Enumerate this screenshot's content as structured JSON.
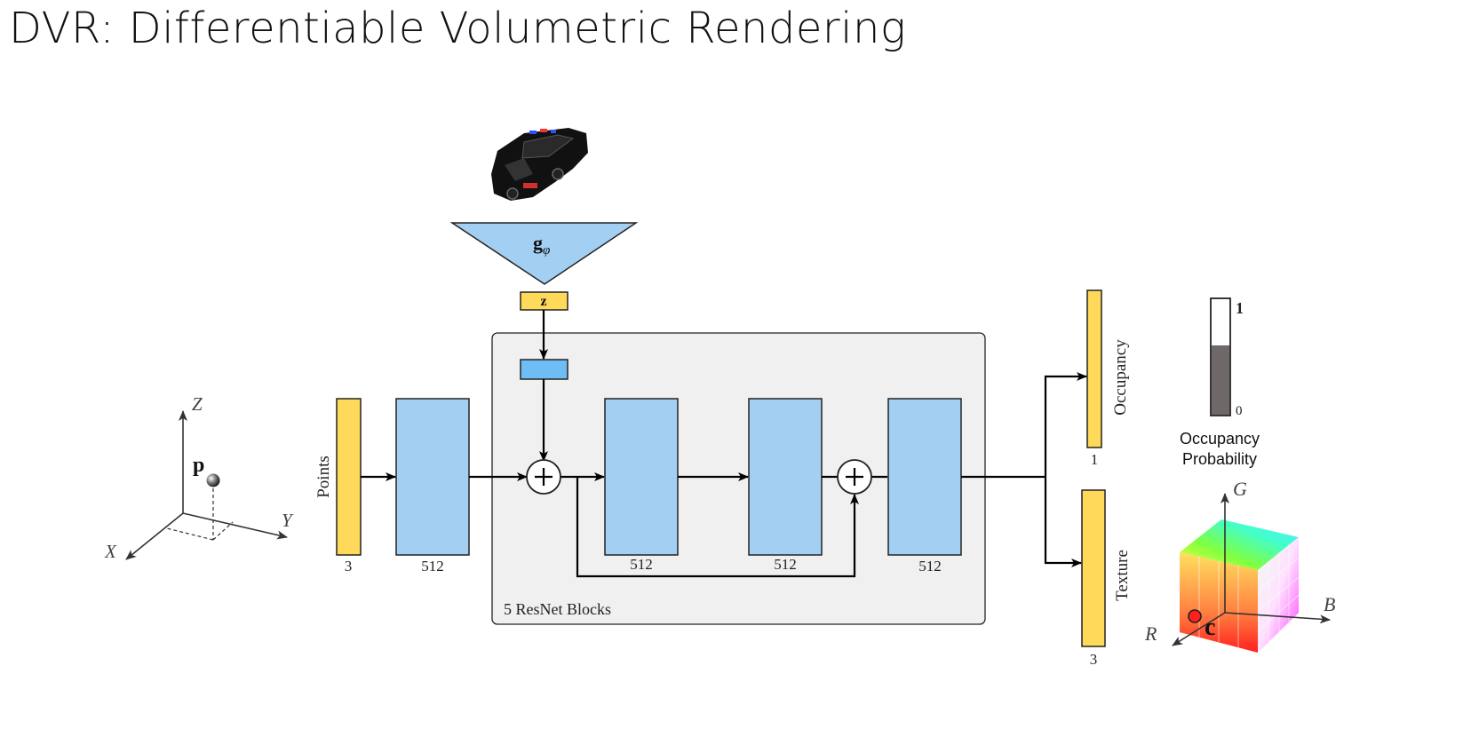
{
  "title": "DVR: Differentiable Volumetric Rendering",
  "encoder": {
    "symbol": "g",
    "subscript": "φ",
    "latent": "z"
  },
  "axes": {
    "z": "Z",
    "y": "Y",
    "x": "X",
    "point": "p"
  },
  "layers": {
    "points_label": "Points",
    "points_size": "3",
    "fc1_size": "512",
    "res1_size": "512",
    "res2_size": "512",
    "res3_size": "512",
    "resnet_label": "5 ResNet Blocks"
  },
  "outputs": {
    "occupancy_label": "Occupancy",
    "occupancy_size": "1",
    "texture_label": "Texture",
    "texture_size": "3"
  },
  "occupancy_scale": {
    "top": "1",
    "bottom": "0",
    "caption_line1": "Occupancy",
    "caption_line2": "Probability",
    "level": 0.6
  },
  "color_cube": {
    "g": "G",
    "b": "B",
    "r": "R",
    "c": "c"
  },
  "colors": {
    "yellow": "#FFD95A",
    "blue_light": "#A3CFF2",
    "blue_strong": "#6EBDF5",
    "panel": "#F0F0F0"
  }
}
